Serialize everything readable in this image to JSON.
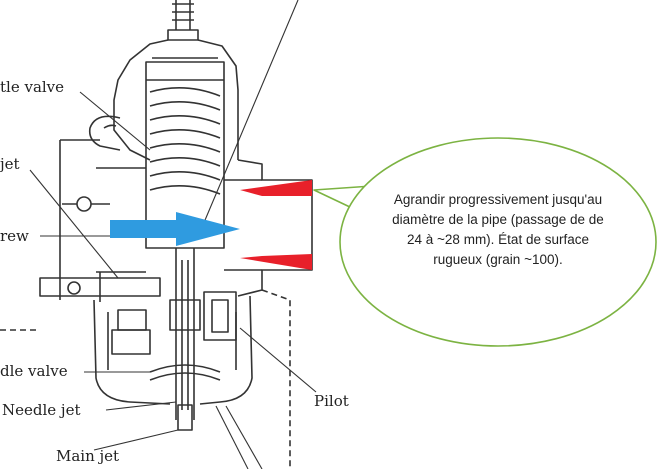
{
  "labels": {
    "needle_valve_top": "tle valve",
    "jet_left": "jet",
    "screw": "rew",
    "needle_valve_bottom": "dle valve",
    "needle_jet": "Needle jet",
    "main_jet": "Main jet",
    "pilot": "Pilot"
  },
  "callout": {
    "text": "Agrandir progressivement jusqu'au diamètre de la pipe (passage de de 24 à ~28 mm). État de surface rugueux (grain ~100)."
  },
  "colors": {
    "arrow_blue": "#2f9be0",
    "highlight_red": "#e8202a",
    "callout_border": "#7cb342",
    "line_ink": "#333333"
  },
  "icons": {
    "flow_arrow": "right-arrow-icon"
  }
}
